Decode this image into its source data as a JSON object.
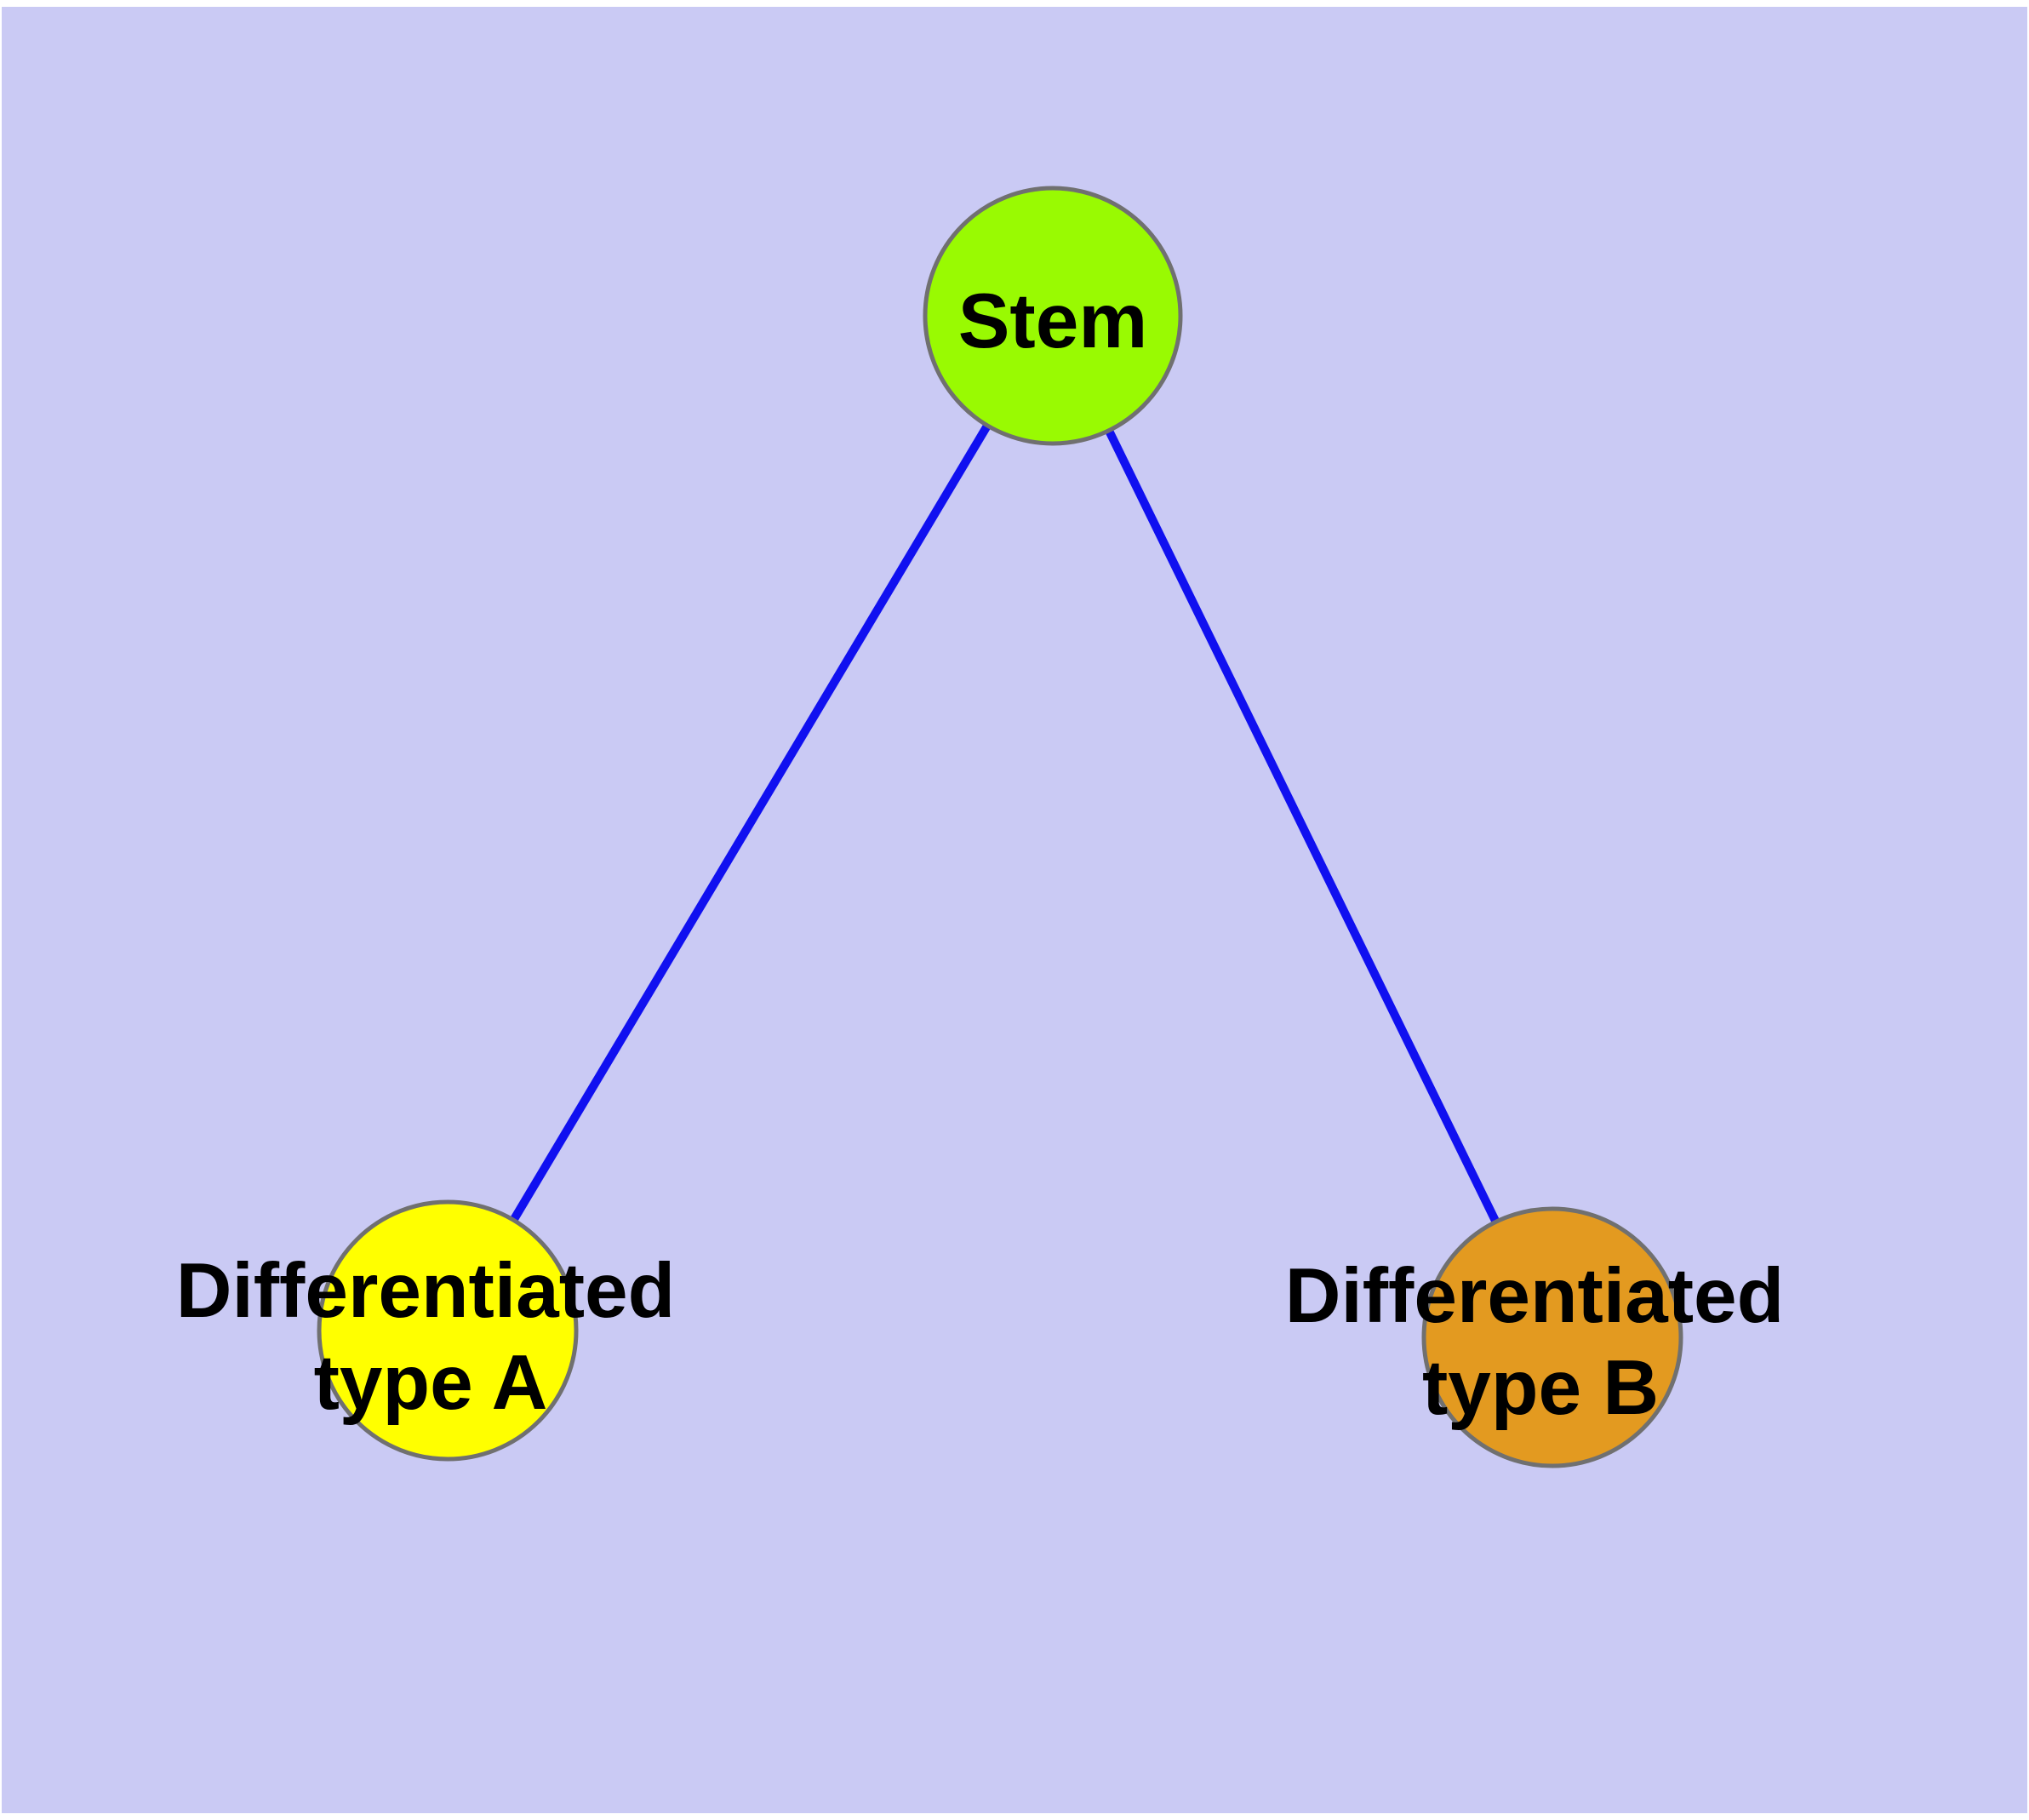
{
  "diagram": {
    "type": "graph",
    "background_color": "#CACAF4",
    "margin_color": "#FFFFFF",
    "edge_color": "#1010F0",
    "node_border_color": "#707070",
    "text_color": "#000000",
    "nodes": {
      "stem": {
        "label": "Stem",
        "fill": "#99FA02",
        "shape": "circle"
      },
      "type_a": {
        "label_line1": "Differentiated",
        "label_line2": "type A",
        "fill": "#FFFF00",
        "shape": "circle"
      },
      "type_b": {
        "label_line1": "Differentiated",
        "label_line2": "type B",
        "fill": "#E39A20",
        "shape": "circle"
      }
    },
    "edges": [
      {
        "from": "Stem",
        "to": "Differentiated type A"
      },
      {
        "from": "Stem",
        "to": "Differentiated type B"
      }
    ]
  }
}
